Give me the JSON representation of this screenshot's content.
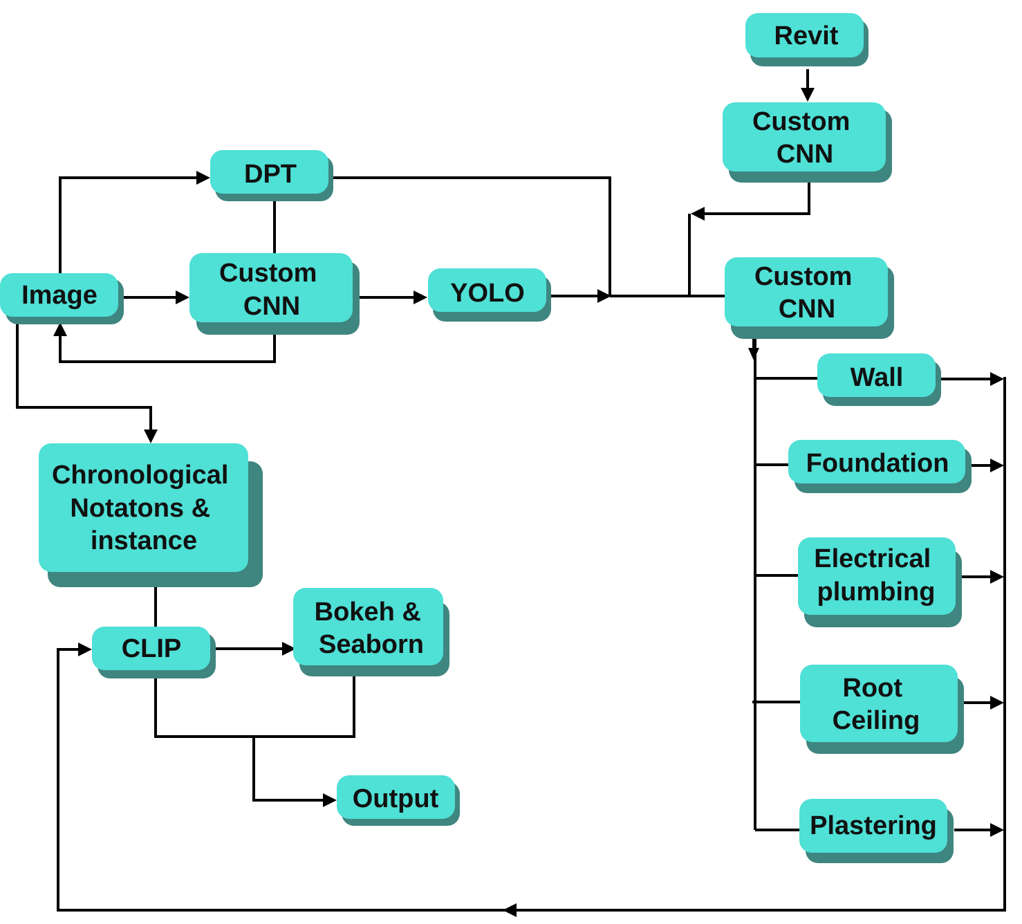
{
  "nodes": {
    "revit": {
      "lines": [
        "Revit"
      ]
    },
    "cnn_top_right": {
      "lines": [
        "Custom",
        "CNN"
      ]
    },
    "dpt": {
      "lines": [
        "DPT"
      ]
    },
    "image": {
      "lines": [
        "Image"
      ]
    },
    "cnn_mid": {
      "lines": [
        "Custom",
        "CNN"
      ]
    },
    "yolo": {
      "lines": [
        "YOLO"
      ]
    },
    "cnn_right": {
      "lines": [
        "Custom",
        "CNN"
      ]
    },
    "wall": {
      "lines": [
        "Wall"
      ]
    },
    "foundation": {
      "lines": [
        "Foundation"
      ]
    },
    "electrical": {
      "lines": [
        "Electrical",
        "plumbing"
      ]
    },
    "root_ceiling": {
      "lines": [
        "Root",
        "Ceiling"
      ]
    },
    "plastering": {
      "lines": [
        "Plastering"
      ]
    },
    "chronological": {
      "lines": [
        "Chronological",
        "Notatons &",
        "instance"
      ]
    },
    "clip": {
      "lines": [
        "CLIP"
      ]
    },
    "bokeh": {
      "lines": [
        "Bokeh &",
        "Seaborn"
      ]
    },
    "output": {
      "lines": [
        "Output"
      ]
    }
  },
  "colors": {
    "node_fill": "#4fe0d6",
    "node_shadow": "#3f8580",
    "text": "#111111",
    "edge": "#000000"
  }
}
